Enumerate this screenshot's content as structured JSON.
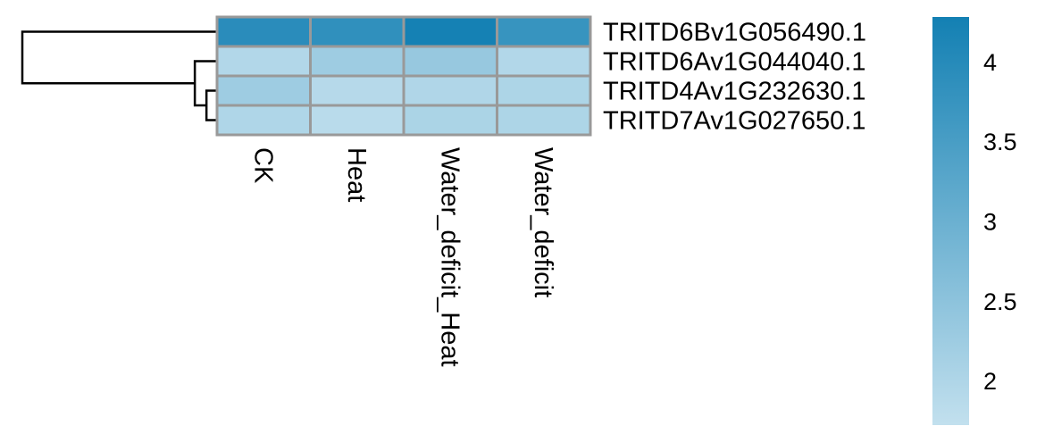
{
  "chart_data": {
    "type": "heatmap",
    "rows": [
      "TRITD6Bv1G056490.1",
      "TRITD6Av1G044040.1",
      "TRITD4Av1G232630.1",
      "TRITD7Av1G027650.1"
    ],
    "columns": [
      "CK",
      "Heat",
      "Water_deficit_Heat",
      "Water_deficit"
    ],
    "values": [
      [
        3.95,
        3.85,
        4.25,
        3.75
      ],
      [
        1.95,
        2.25,
        2.35,
        1.95
      ],
      [
        2.25,
        1.9,
        1.98,
        2.02
      ],
      [
        2.0,
        1.85,
        2.05,
        2.02
      ]
    ],
    "colorbar": {
      "min": 1.72,
      "max": 4.28,
      "ticks": [
        2,
        2.5,
        3,
        3.5,
        4
      ],
      "tick_labels": [
        "2",
        "2.5",
        "3",
        "3.5",
        "4"
      ],
      "low_color": "#c2e0ee",
      "high_color": "#1380b3"
    },
    "row_dendrogram": {
      "merges": [
        {
          "a": 2,
          "b": 3,
          "height": 0.05
        },
        {
          "a": 1,
          "b": "c1",
          "height": 0.11
        },
        {
          "a": 0,
          "b": "c2",
          "height": 1.0
        }
      ]
    },
    "border_color": "#999999"
  }
}
